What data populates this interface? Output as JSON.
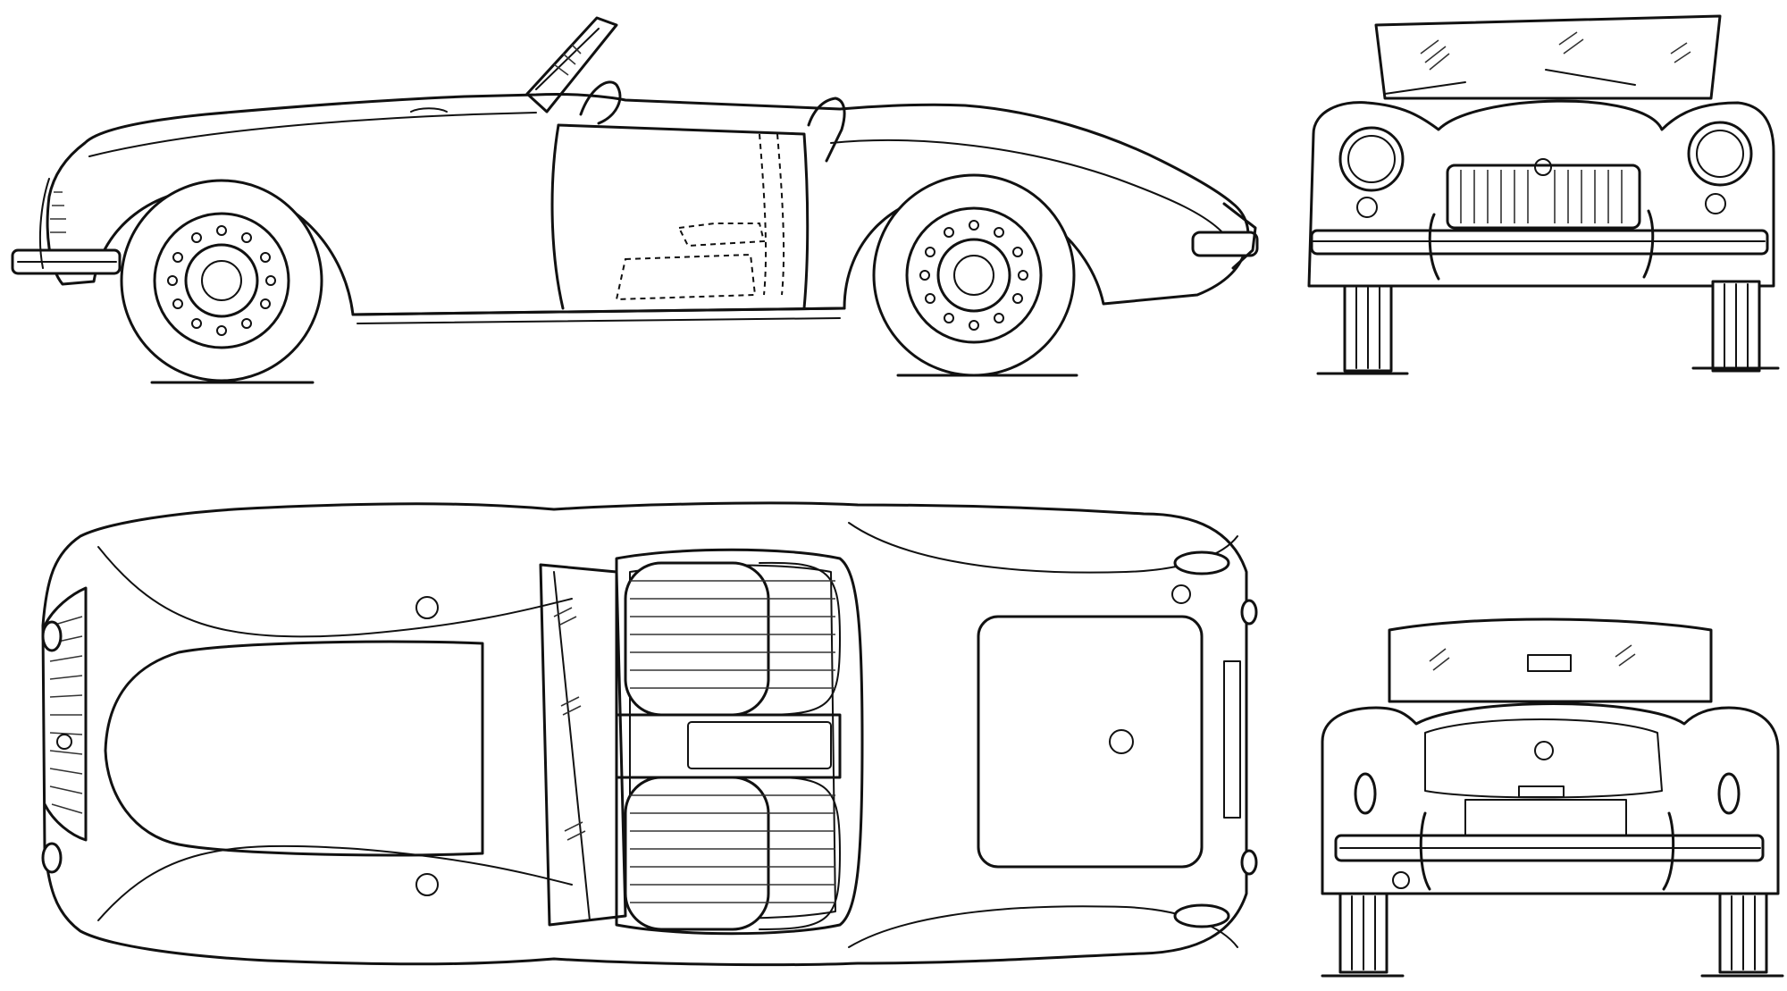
{
  "drawing": {
    "views": [
      {
        "id": "side",
        "name": "side-view"
      },
      {
        "id": "front",
        "name": "front-view"
      },
      {
        "id": "top",
        "name": "top-view"
      },
      {
        "id": "rear",
        "name": "rear-view"
      }
    ],
    "colors": {
      "line": "#111111",
      "background": "#ffffff"
    }
  }
}
